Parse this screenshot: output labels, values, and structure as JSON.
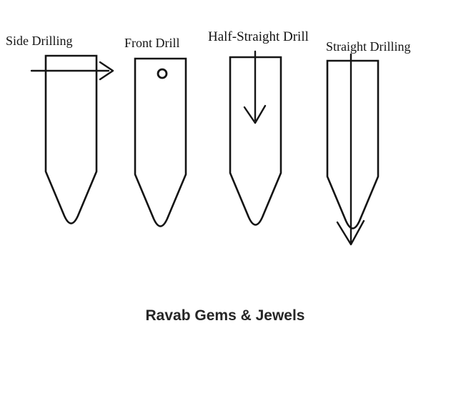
{
  "title": "Ravab Gems & Jewels",
  "diagram": {
    "items": [
      {
        "label": "Side Drilling",
        "drill_type": "side"
      },
      {
        "label": "Front Drill",
        "drill_type": "front"
      },
      {
        "label": "Half-Straight Drill",
        "drill_type": "half-straight"
      },
      {
        "label": "Straight Drilling",
        "drill_type": "straight"
      }
    ]
  },
  "colors": {
    "line": "#141414",
    "background": "#ffffff",
    "title_text": "#262626"
  }
}
